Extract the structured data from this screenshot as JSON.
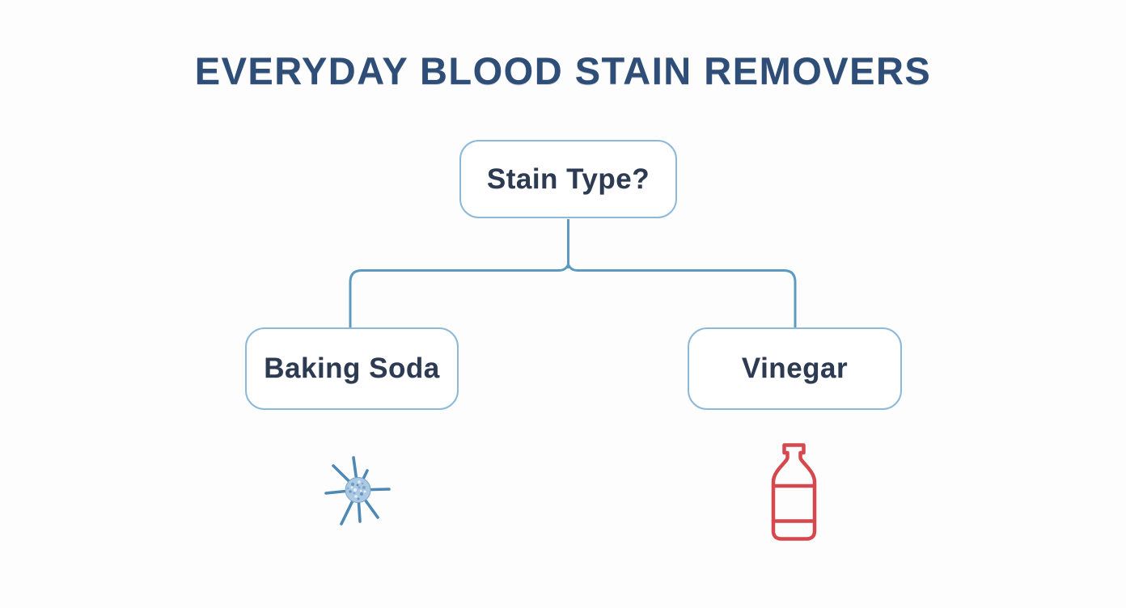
{
  "title": "EVERYDAY BLOOD STAIN REMOVERS",
  "diagram": {
    "type": "decision-tree",
    "root": {
      "label": "Stain Type?"
    },
    "children": [
      {
        "label": "Baking Soda",
        "icon": "baking-soda-starburst-icon"
      },
      {
        "label": "Vinegar",
        "icon": "vinegar-bottle-icon"
      }
    ]
  },
  "colors": {
    "background": "#fdfdfd",
    "title_text": "#2e4e77",
    "node_text": "#2c3a52",
    "node_border": "#8cb9d7",
    "node_fill": "#ffffff",
    "connector": "#5d9abf",
    "starburst_icon": "#4e88b4",
    "bottle_icon": "#d4484e"
  }
}
